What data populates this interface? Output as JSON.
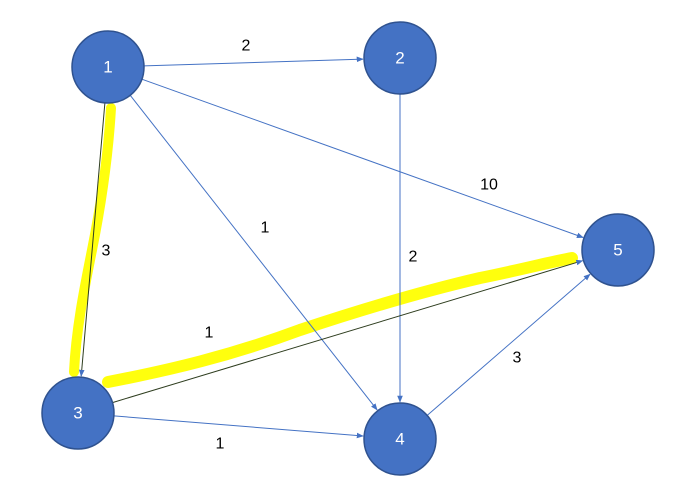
{
  "colors": {
    "node_fill": "#4472c4",
    "edge": "#4472c4",
    "highlight": "#ffff00"
  },
  "nodes": [
    {
      "id": "1",
      "label": "1"
    },
    {
      "id": "2",
      "label": "2"
    },
    {
      "id": "3",
      "label": "3"
    },
    {
      "id": "4",
      "label": "4"
    },
    {
      "id": "5",
      "label": "5"
    }
  ],
  "edges": [
    {
      "from": "1",
      "to": "2",
      "weight": "2"
    },
    {
      "from": "1",
      "to": "5",
      "weight": "10"
    },
    {
      "from": "1",
      "to": "4",
      "weight": "1"
    },
    {
      "from": "1",
      "to": "3",
      "weight": "3"
    },
    {
      "from": "2",
      "to": "4",
      "weight": "2"
    },
    {
      "from": "3",
      "to": "5",
      "weight": "1"
    },
    {
      "from": "3",
      "to": "4",
      "weight": "1"
    },
    {
      "from": "4",
      "to": "5",
      "weight": "3"
    }
  ],
  "highlighted_path": [
    "1",
    "3",
    "5"
  ]
}
